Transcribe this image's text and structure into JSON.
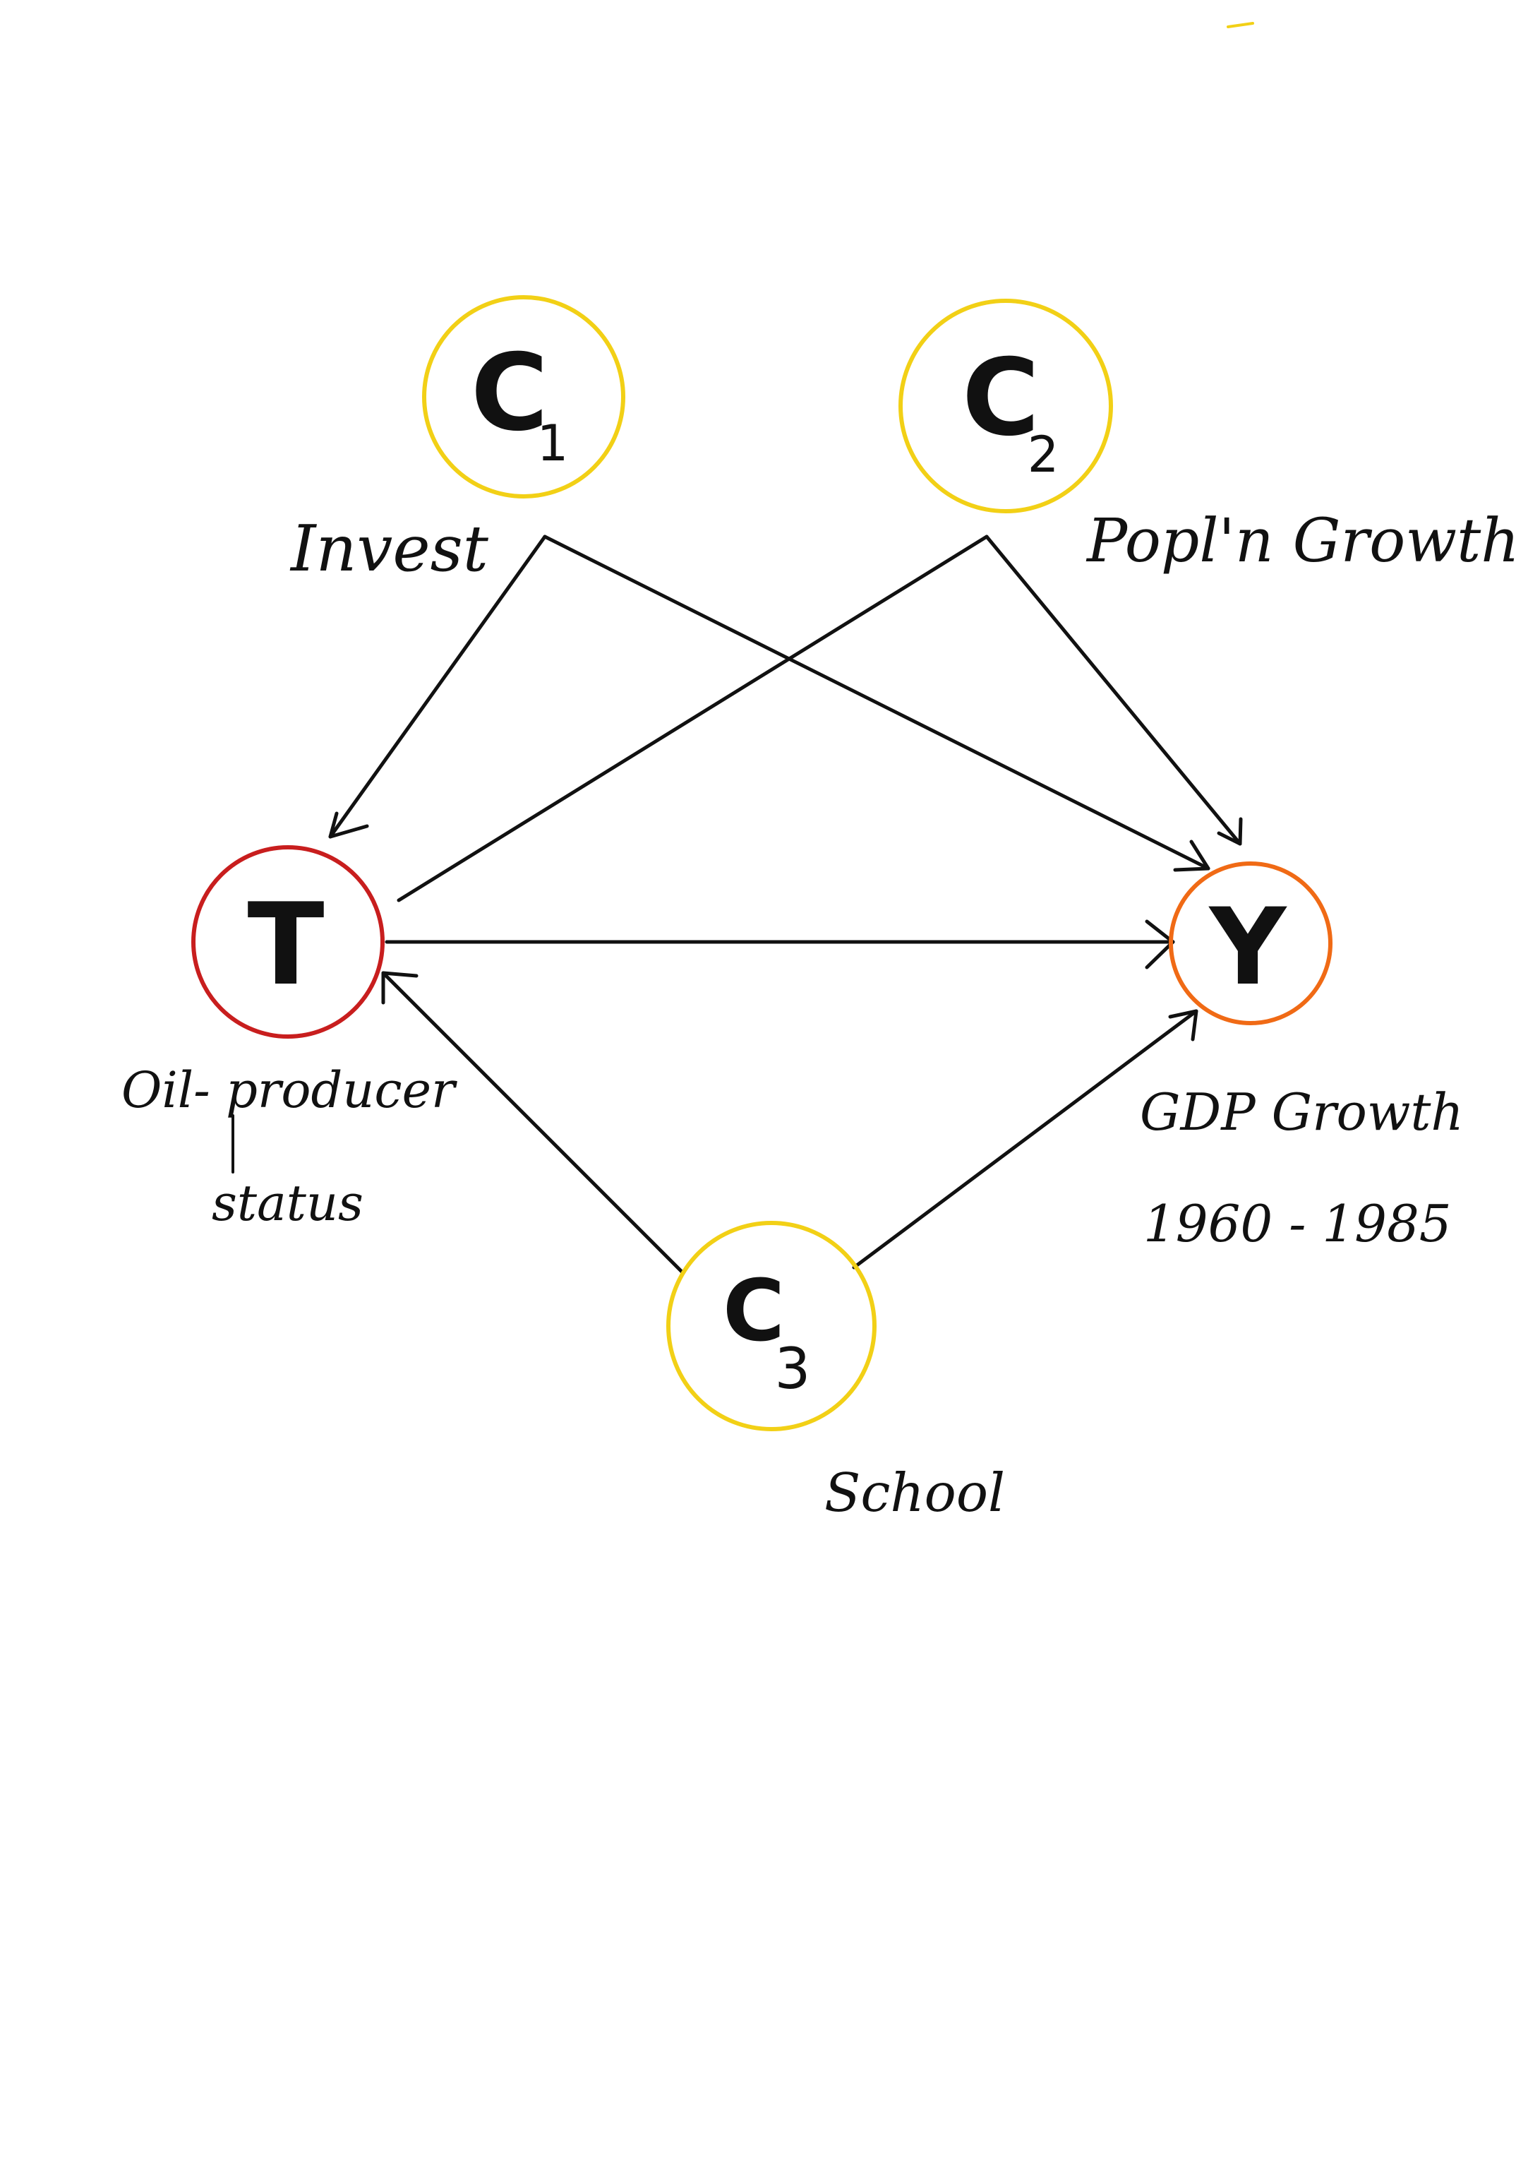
{
  "colors": {
    "confounder": "#F2D016",
    "treatment": "#C81E1E",
    "outcome": "#F06A15",
    "ink": "#111111",
    "stray_mark": "#F2D016"
  },
  "nodes": {
    "c1": {
      "letter": "C",
      "subscript": "1",
      "label": "Invest"
    },
    "c2": {
      "letter": "C",
      "subscript": "2",
      "label": "Popl'n Growth"
    },
    "t": {
      "letter": "T",
      "label_line1": "Oil- producer",
      "label_line2": "status"
    },
    "y": {
      "letter": "Y",
      "label_line1": "GDP Growth",
      "label_line2": "1960 - 1985"
    },
    "c3": {
      "letter": "C",
      "subscript": "3",
      "label": "School"
    }
  },
  "edges": [
    {
      "from": "C1",
      "to": "T"
    },
    {
      "from": "C1",
      "to": "Y"
    },
    {
      "from": "C2",
      "to": "T"
    },
    {
      "from": "C2",
      "to": "Y"
    },
    {
      "from": "T",
      "to": "Y"
    },
    {
      "from": "C3",
      "to": "T"
    },
    {
      "from": "C3",
      "to": "Y"
    }
  ]
}
